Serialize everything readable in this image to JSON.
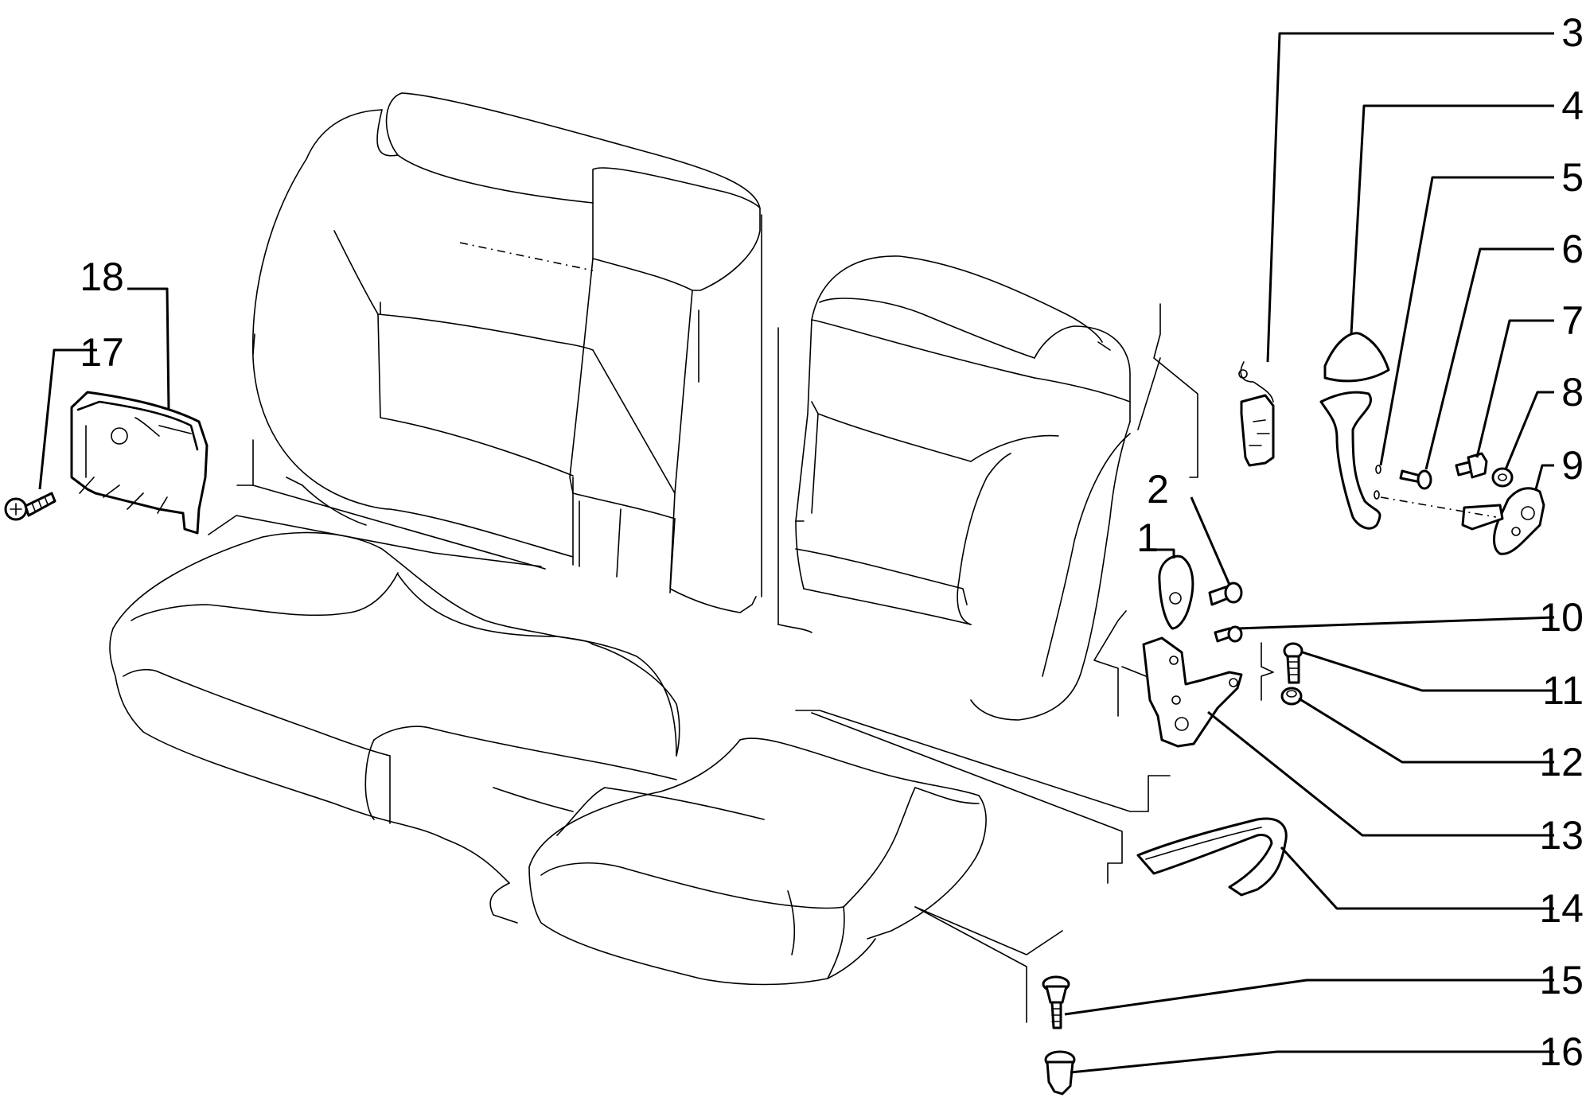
{
  "callouts": [
    {
      "label": "1"
    },
    {
      "label": "2"
    },
    {
      "label": "3"
    },
    {
      "label": "4"
    },
    {
      "label": "5"
    },
    {
      "label": "6"
    },
    {
      "label": "7"
    },
    {
      "label": "8"
    },
    {
      "label": "9"
    },
    {
      "label": "10"
    },
    {
      "label": "11"
    },
    {
      "label": "12"
    },
    {
      "label": "13"
    },
    {
      "label": "14"
    },
    {
      "label": "15"
    },
    {
      "label": "16"
    },
    {
      "label": "17"
    },
    {
      "label": "18"
    }
  ]
}
